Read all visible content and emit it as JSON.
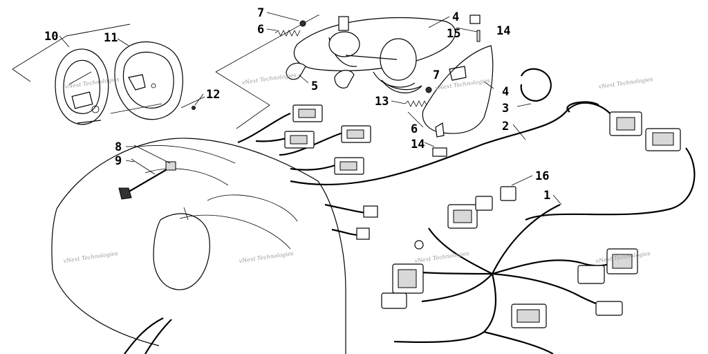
{
  "callouts": [
    "10",
    "11",
    "12",
    "7",
    "6",
    "4",
    "15",
    "14",
    "5",
    "13",
    "7",
    "4",
    "3",
    "2",
    "6",
    "14",
    "8",
    "9",
    "16",
    "1"
  ],
  "watermark": "vNext Technologies"
}
